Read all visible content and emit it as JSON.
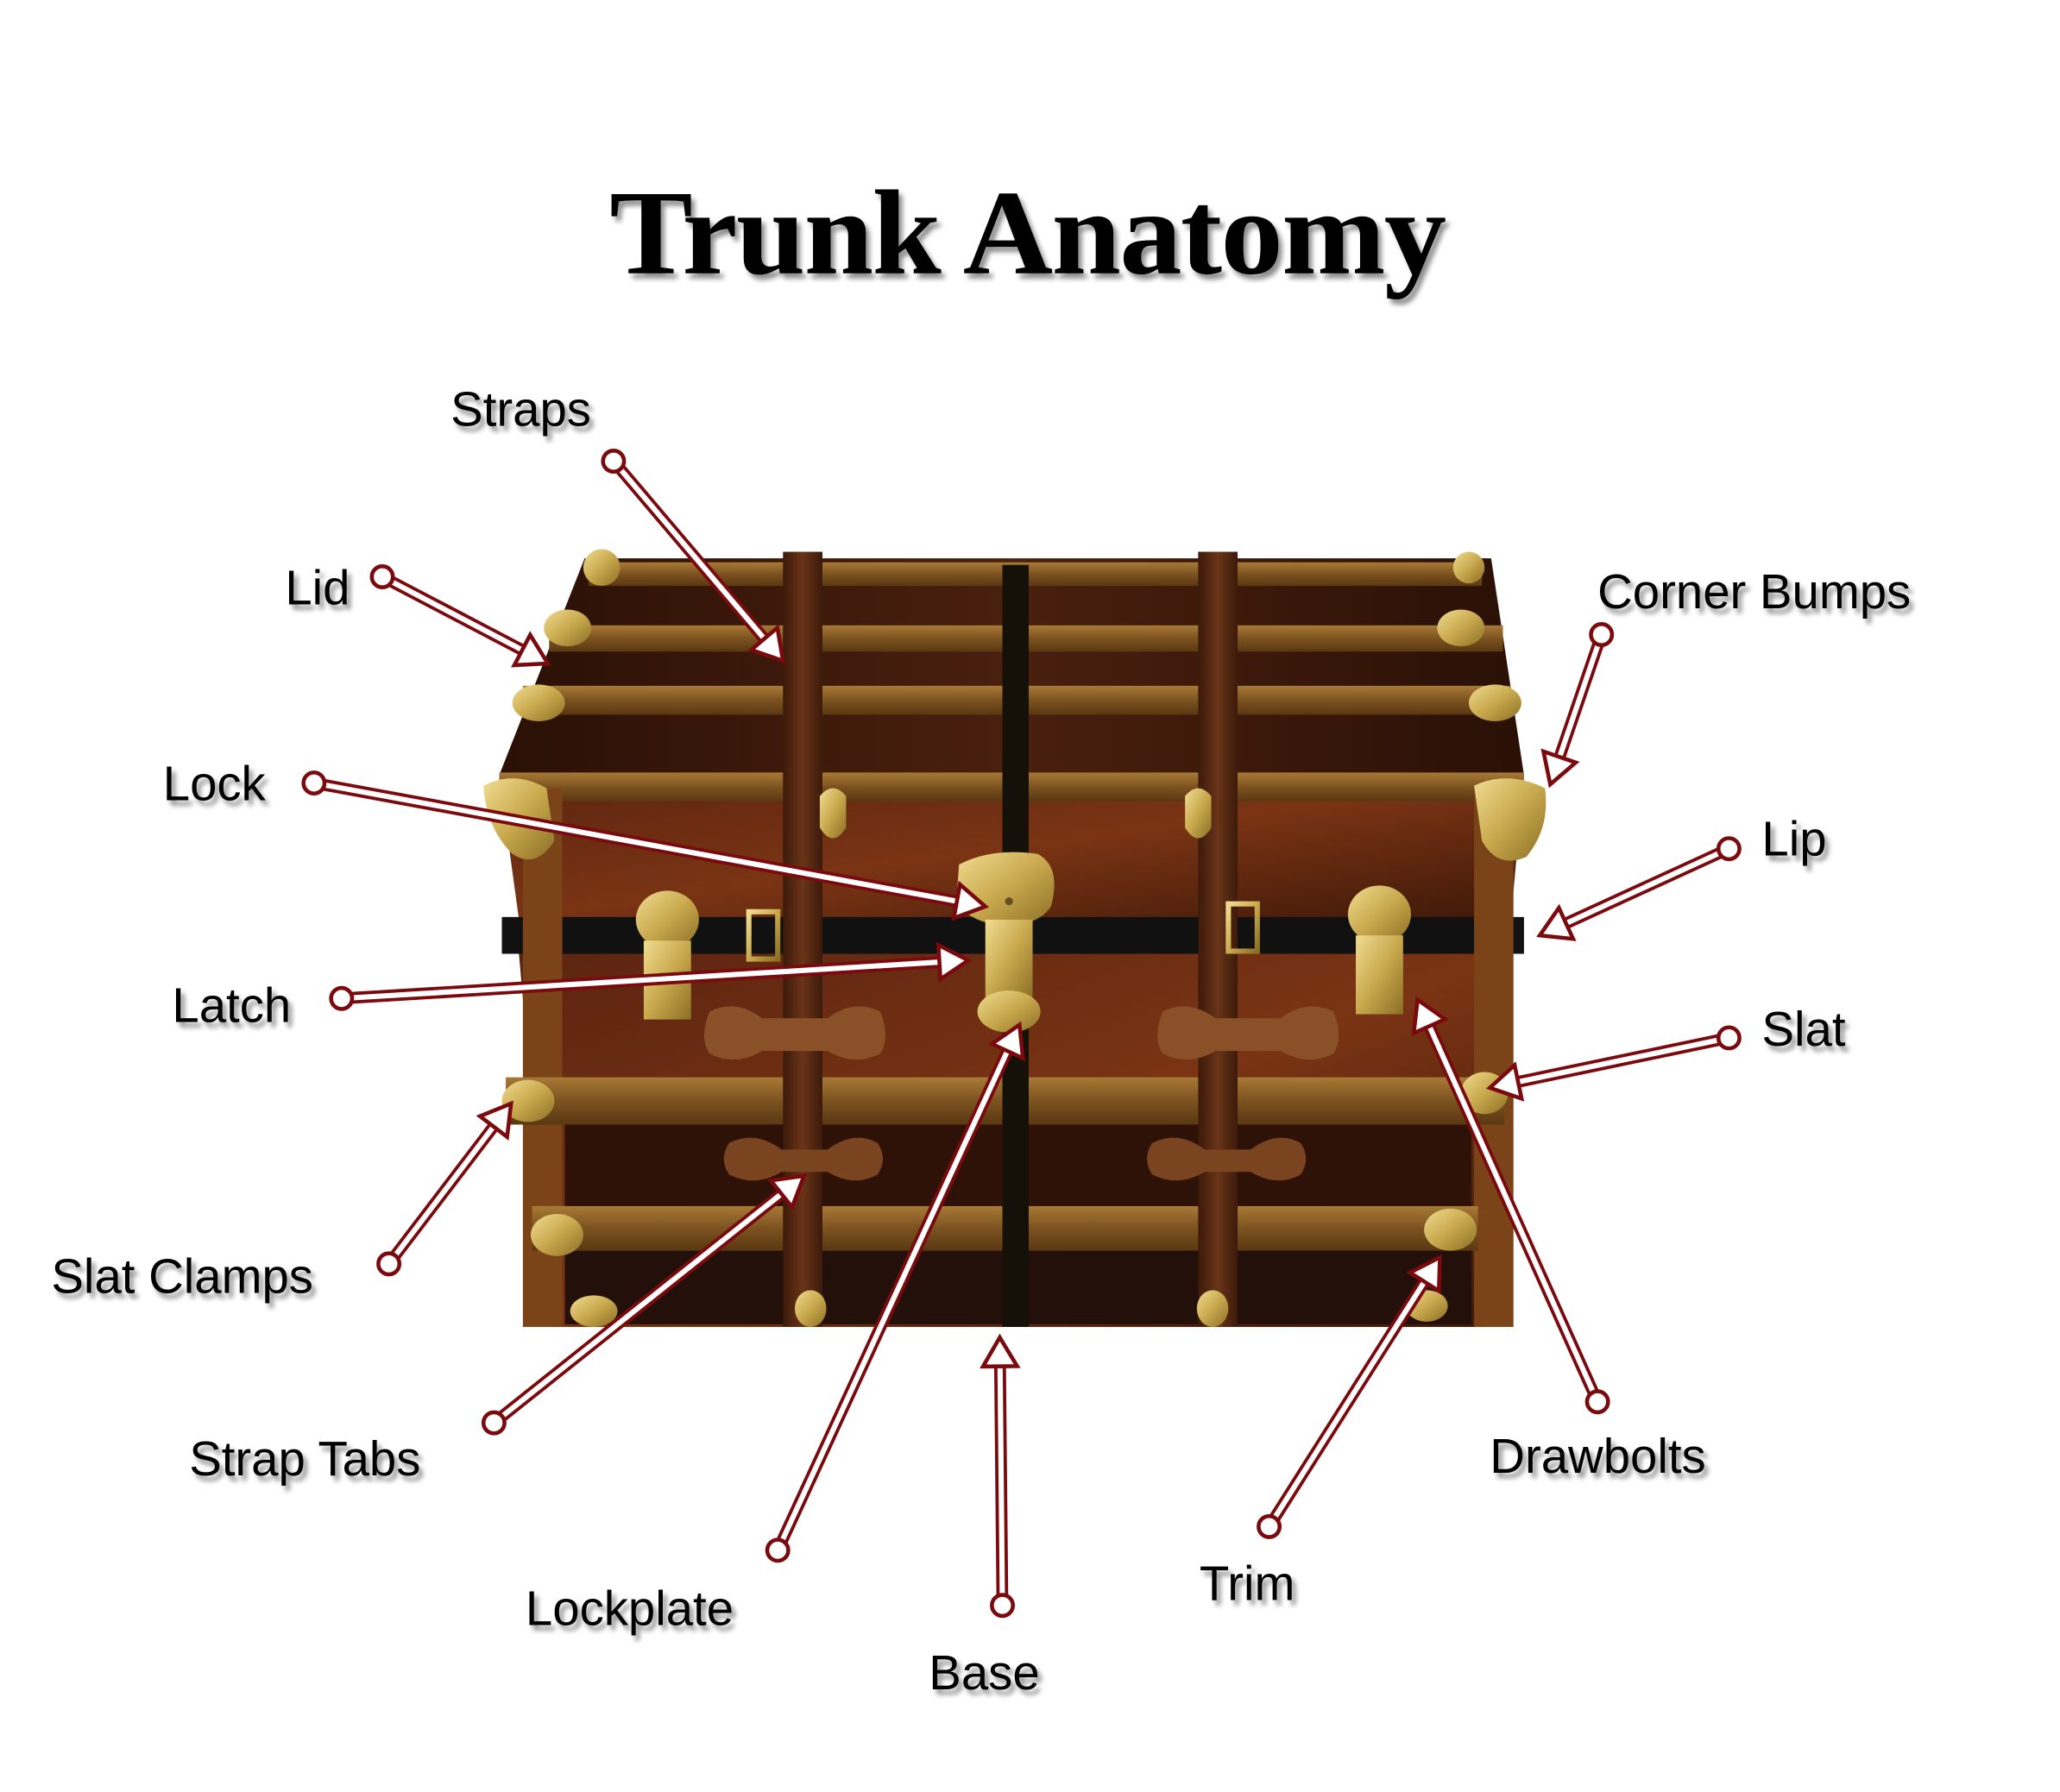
{
  "title": "Trunk Anatomy",
  "colors": {
    "callout": "#7a0a0e",
    "callout_fill": "#ffffff",
    "brass": "#c9a94e",
    "dark_wood": "#3a1a0c",
    "light_wood": "#8a5a22",
    "leather": "#5a2e16",
    "band": "#111111"
  },
  "labels": [
    {
      "id": "straps",
      "text": "Straps"
    },
    {
      "id": "lid",
      "text": "Lid"
    },
    {
      "id": "corner-bumps",
      "text": "Corner Bumps"
    },
    {
      "id": "lock",
      "text": "Lock"
    },
    {
      "id": "lip",
      "text": "Lip"
    },
    {
      "id": "latch",
      "text": "Latch"
    },
    {
      "id": "slat",
      "text": "Slat"
    },
    {
      "id": "slat-clamps",
      "text": "Slat Clamps"
    },
    {
      "id": "strap-tabs",
      "text": "Strap Tabs"
    },
    {
      "id": "drawbolts",
      "text": "Drawbolts"
    },
    {
      "id": "lockplate",
      "text": "Lockplate"
    },
    {
      "id": "trim",
      "text": "Trim"
    },
    {
      "id": "base",
      "text": "Base"
    }
  ]
}
